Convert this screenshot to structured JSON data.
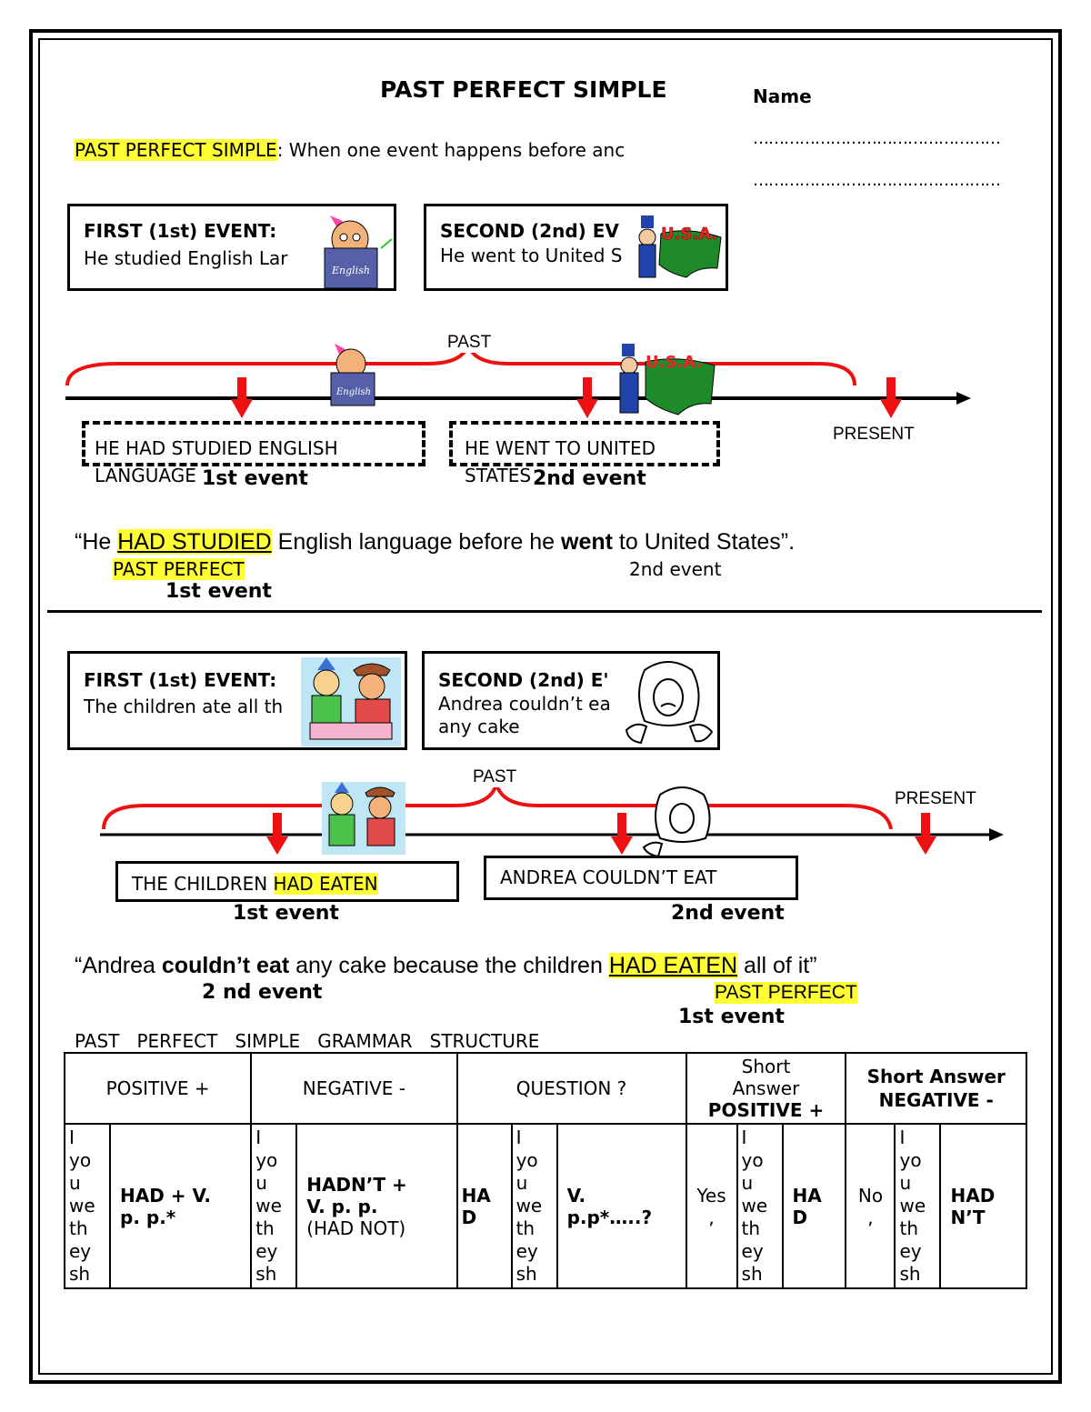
{
  "page": {
    "title": "PAST  PERFECT  SIMPLE",
    "name_label": "Name",
    "name_line1": "…………………………………………",
    "name_line2": "…………………………………………",
    "definition_term": "PAST PERFECT SIMPLE",
    "definition_rest": ": When one event happens before anc"
  },
  "section1": {
    "first_box": {
      "title": "FIRST (1st) EVENT:",
      "text": "He studied English Lar"
    },
    "second_box": {
      "title": "SECOND (2nd) EV",
      "text": "He went to United S"
    },
    "usa_label": "U.S.A.",
    "book_label": "English",
    "timeline": {
      "past_label": "PAST",
      "present_label": "PRESENT"
    },
    "event1_box_line1": "HE HAD STUDIED ENGLISH",
    "event1_box_line2": "LANGUAGE",
    "event1_label": "1st event",
    "event2_box_line1": "HE WENT TO UNITED",
    "event2_box_line2": "STATES",
    "event2_label": "2nd event",
    "sentence": {
      "open": "“He ",
      "highlight": "HAD STUDIED",
      "mid": " English language before he ",
      "went": "went",
      "end": " to United States”."
    },
    "past_perfect_tag": "PAST  PERFECT",
    "under_second": "2nd event",
    "under_first": "1st event"
  },
  "section2": {
    "first_box": {
      "title": "FIRST (1st) EVENT:",
      "text": "The children ate all th"
    },
    "second_box": {
      "title": "SECOND (2nd) E'",
      "text_line1": "Andrea couldn’t ea",
      "text_line2": "any cake"
    },
    "timeline": {
      "past_label": "PAST",
      "present_label": "PRESENT"
    },
    "event1_box_plain": "THE CHILDREN ",
    "event1_box_hl": "HAD EATEN",
    "event1_label": "1st event",
    "event2_box": "ANDREA COULDN’T EAT",
    "event2_label": "2nd event",
    "sentence": {
      "open": "“Andrea ",
      "bold": "couldn’t eat",
      "mid": " any cake because the children ",
      "highlight": "HAD EATEN",
      "end": " all of it”"
    },
    "under_second": "2 nd event",
    "past_perfect_tag": "PAST PERFECT",
    "under_first": "1st event"
  },
  "grammar": {
    "heading": "PAST   PERFECT   SIMPLE   GRAMMAR   STRUCTURE",
    "headers": {
      "positive": "POSITIVE +",
      "negative": "NEGATIVE  -",
      "question": "QUESTION  ?",
      "short_pos_1": "Short",
      "short_pos_2": "Answer",
      "short_pos_3": "POSITIVE +",
      "short_neg_1": "Short Answer",
      "short_neg_2": "NEGATIVE -"
    },
    "pronouns": [
      "I",
      "yo",
      "u",
      "we",
      "th",
      "ey",
      "sh"
    ],
    "positive_form": "HAD +  V.",
    "positive_form2": "p. p.*",
    "negative_form": "HADN’T +",
    "negative_form2": "V. p. p.",
    "negative_note": "(HAD NOT)",
    "question_had1": "HA",
    "question_had2": "D",
    "question_form1": "V.",
    "question_form2": "p.p*…..?",
    "yes1": "Yes",
    "yes2": ",",
    "short_had1": "HA",
    "short_had2": "D",
    "no1": "No",
    "no2": ",",
    "short_hadnt1": "HAD",
    "short_hadnt2": "N’T"
  },
  "colors": {
    "highlight": "#ffff33",
    "timeline_red": "#ee1111",
    "usa_green": "#1f8a2a"
  }
}
